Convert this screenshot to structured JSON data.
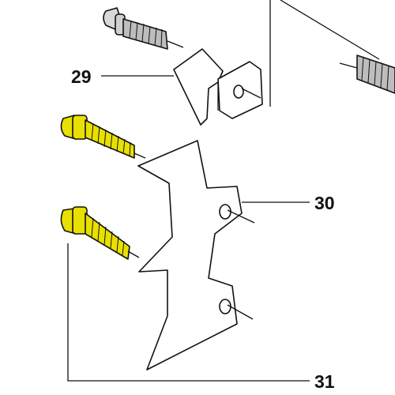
{
  "callouts": [
    {
      "id": "29",
      "label": "29"
    },
    {
      "id": "30",
      "label": "30"
    },
    {
      "id": "31",
      "label": "31"
    }
  ],
  "colors": {
    "highlight": "#e8e000",
    "line": "#111111",
    "grey_bolt": "#bdbdbd",
    "background": "#ffffff"
  },
  "icons": {
    "bolt_top_left": "grey-bolt",
    "bolt_right": "grey-bolt",
    "bolt_yellow_upper": "highlighted-bolt",
    "bolt_yellow_lower": "highlighted-bolt"
  }
}
